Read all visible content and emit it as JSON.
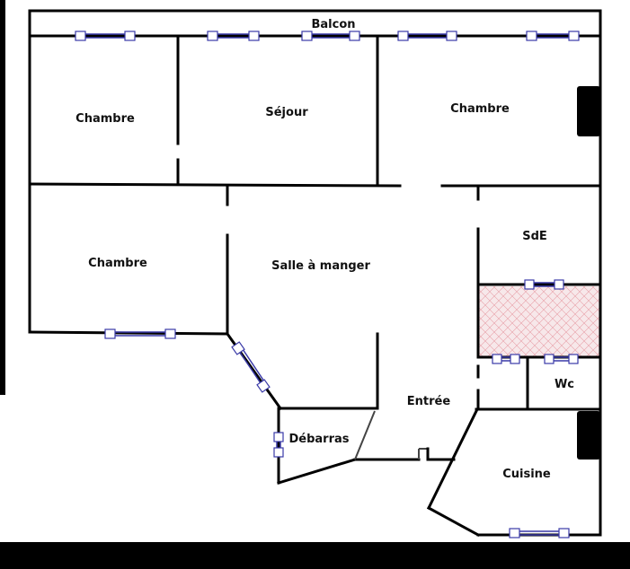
{
  "plan": {
    "rooms": {
      "balcon": "Balcon",
      "chambre_nw": "Chambre",
      "sejour": "Séjour",
      "chambre_ne": "Chambre",
      "chambre_w": "Chambre",
      "salle_a_manger": "Salle à manger",
      "sde": "SdE",
      "wc": "Wc",
      "entree": "Entrée",
      "debarras": "Débarras",
      "cuisine": "Cuisine"
    },
    "colors": {
      "background": "#000000",
      "floor": "#ffffff",
      "walls": "#000000",
      "windows": "#3a3aa8",
      "hatch": "#e8a0a8",
      "hatch_bg": "#f7e8ea",
      "fixture": "#000000"
    },
    "icons": [
      "window-icon",
      "radiator-icon",
      "hatched-area"
    ]
  }
}
